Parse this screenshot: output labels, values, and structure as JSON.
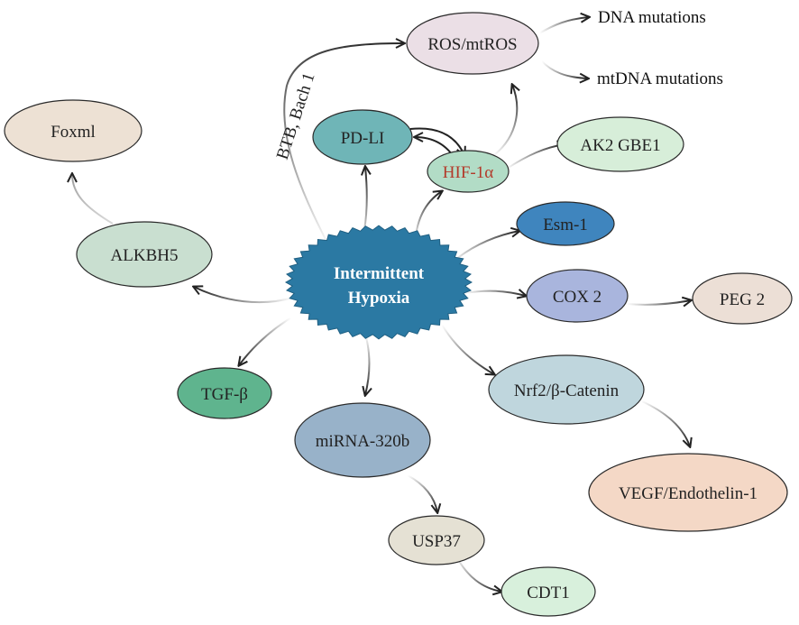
{
  "center": {
    "line1": "Intermittent",
    "line2": "Hypoxia"
  },
  "nodes": {
    "ros": "ROS/mtROS",
    "dna_mutations": "DNA mutations",
    "mtdna_mutations": "mtDNA mutations",
    "btb_bach1": "BTB, Bach 1",
    "foxml": "Foxml",
    "alkbh5": "ALKBH5",
    "pdli": "PD-LI",
    "hif1a": "HIF-1α",
    "ak2gbe1": "AK2 GBE1",
    "esm1": "Esm-1",
    "cox2": "COX 2",
    "peg2": "PEG 2",
    "tgfb": "TGF-β",
    "mirna": "miRNA-320b",
    "nrf2": "Nrf2/β-Catenin",
    "vegf": "VEGF/Endothelin-1",
    "usp37": "USP37",
    "cdt1": "CDT1"
  },
  "colors": {
    "center": "#2b79a3",
    "hif_text": "#b33a2a"
  }
}
